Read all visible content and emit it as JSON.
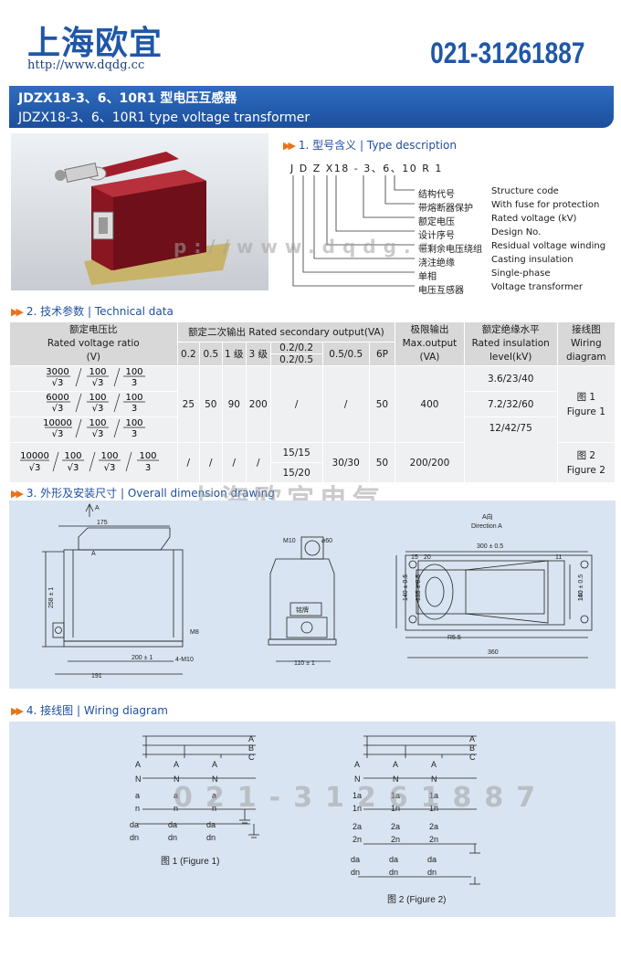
{
  "header": {
    "brand": "上海欧宜",
    "url": "http://www.dqdg.cc",
    "phone": "021-31261887"
  },
  "banner": {
    "title_cn": "JDZX18-3、6、10R1 型电压互感器",
    "title_en": "JDZX18-3、6、10R1 type voltage transformer"
  },
  "section1": {
    "title_cn": "1. 型号含义",
    "title_en": "Type description",
    "model_code": "J D Z X18 - 3、6、10 R 1",
    "items": [
      {
        "cn": "结构代号",
        "en": "Structure code"
      },
      {
        "cn": "带熔断器保护",
        "en": "With fuse for protection"
      },
      {
        "cn": "额定电压",
        "en": "Rated voltage (kV)"
      },
      {
        "cn": "设计序号",
        "en": "Design No."
      },
      {
        "cn": "带剩余电压绕组",
        "en": "Residual voltage winding"
      },
      {
        "cn": "浇注绝缘",
        "en": "Casting insulation"
      },
      {
        "cn": "单相",
        "en": "Single-phase"
      },
      {
        "cn": "电压互感器",
        "en": "Voltage transformer"
      }
    ]
  },
  "section2": {
    "title_cn": "2. 技术参数",
    "title_en": "Technical data",
    "head": {
      "ratio_cn": "额定电压比",
      "ratio_en": "Rated voltage ratio",
      "ratio_unit": "(V)",
      "secondary": "额定二次输出 Rated secondary output(VA)",
      "c02": "0.2",
      "c05": "0.5",
      "c1": "1 级",
      "c3": "3 级",
      "c0202a": "0.2/0.2",
      "c0202b": "0.2/0.5",
      "c0505": "0.5/0.5",
      "c6p": "6P",
      "max_cn": "极限输出",
      "max_en": "Max.output",
      "max_unit": "(VA)",
      "ins_cn": "额定绝缘水平",
      "ins_en": "Rated insulation",
      "ins_unit": "level(kV)",
      "wd_cn": "接线图",
      "wd_en": "Wiring",
      "wd_en2": "diagram"
    },
    "rows": {
      "r1_ratio": [
        "3000",
        "100",
        "100"
      ],
      "r2_ratio": [
        "6000",
        "100",
        "100"
      ],
      "r3_ratio": [
        "10000",
        "100",
        "100"
      ],
      "r4_ratio": [
        "10000",
        "100",
        "100",
        "100"
      ],
      "sqrt3": "√3",
      "three": "3",
      "g1": {
        "v02": "25",
        "v05": "50",
        "v1": "90",
        "v3": "200",
        "v0202": "/",
        "v0505": "/",
        "v6p": "50",
        "max": "400"
      },
      "ins1": "3.6/23/40",
      "ins2": "7.2/32/60",
      "ins3": "12/42/75",
      "fig1_cn": "图 1",
      "fig1_en": "Figure 1",
      "g2": {
        "v02": "/",
        "v05": "/",
        "v1": "/",
        "v3": "/",
        "v0202a": "15/15",
        "v0202b": "15/20",
        "v0505": "30/30",
        "v6p": "50",
        "max": "200/200"
      },
      "fig2_cn": "图 2",
      "fig2_en": "Figure 2"
    }
  },
  "section3": {
    "title_cn": "3. 外形及安装尺寸",
    "title_en": "Overall dimension drawing",
    "dims": {
      "a": "A",
      "d175": "175",
      "h258": "258 ± 1",
      "m8": "M8",
      "d200": "200 ± 1",
      "m10b": "4-M10",
      "d191": "191",
      "m10": "M10",
      "phi60": "⌀60",
      "nameplate": "铭牌",
      "d110": "110 ± 1",
      "dir_cn": "A向",
      "dir_en": "Direction A",
      "d300": "300 ± 0.5",
      "d15": "15",
      "d20": "20",
      "d11": "11",
      "d140a": "140 ± 0.5",
      "d135": "135 ± 0.5",
      "d140b": "140 ± 0.5",
      "d160": "160",
      "r55": "R5.5",
      "d360": "360"
    }
  },
  "section4": {
    "title_cn": "4. 接线图",
    "title_en": "Wiring diagram",
    "abc": [
      "A",
      "B",
      "C"
    ],
    "fig1": {
      "A": "A",
      "N": "N",
      "a": "a",
      "n": "n",
      "da": "da",
      "dn": "dn",
      "caption": "图 1 (Figure 1)"
    },
    "fig2": {
      "A": "A",
      "N": "N",
      "a1": "1a",
      "n1": "1n",
      "a2": "2a",
      "n2": "2n",
      "da": "da",
      "dn": "dn",
      "caption": "图 2 (Figure 2)"
    }
  },
  "watermarks": {
    "url": "p://www.dqdg.c",
    "company": "上海欧宜电气",
    "phone": "021-31261887"
  }
}
